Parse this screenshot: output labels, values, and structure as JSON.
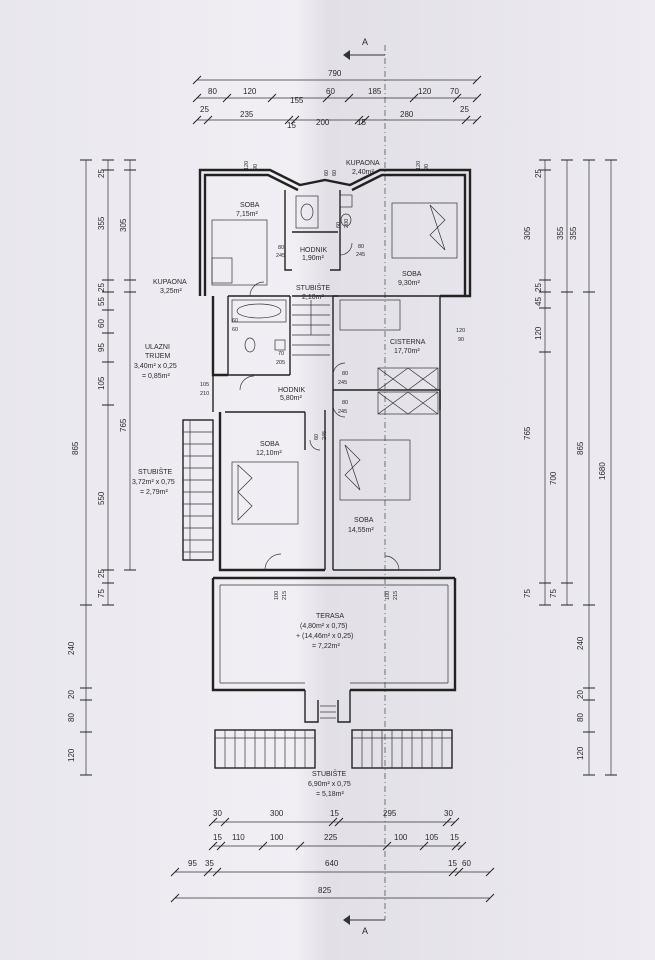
{
  "section_marker": {
    "top": "A",
    "bottom": "A"
  },
  "top_dims": {
    "row1": [
      "790"
    ],
    "row2": [
      "80",
      "120",
      "155",
      "60",
      "185",
      "120",
      "70"
    ],
    "row3": [
      "25",
      "235",
      "15",
      "200",
      "15",
      "280",
      "25"
    ]
  },
  "bottom_dims": {
    "row1": [
      "30",
      "300",
      "15",
      "295",
      "30"
    ],
    "row2": [
      "15",
      "110",
      "100",
      "225",
      "100",
      "105",
      "15"
    ],
    "row3": [
      "95",
      "35",
      "640",
      "15",
      "60"
    ],
    "row4": [
      "825"
    ]
  },
  "left_dims": {
    "total": "865",
    "col2": [
      "25",
      "355",
      "25",
      "55",
      "60",
      "95",
      "105",
      "550",
      "25",
      "75"
    ],
    "col3": [
      "305",
      "765"
    ],
    "lower": [
      "240",
      "20",
      "80",
      "120"
    ]
  },
  "right_dims": {
    "total": "1680",
    "col_a": [
      "25",
      "305",
      "25",
      "45",
      "120",
      "765",
      "75"
    ],
    "col_b": [
      "355",
      "700",
      "75"
    ],
    "col_c": [
      "355",
      "865"
    ],
    "lower": [
      "240",
      "20",
      "80",
      "120"
    ]
  },
  "rooms": {
    "soba1": {
      "name": "SOBA",
      "area": "7,15m²"
    },
    "kupaona_top": {
      "name": "KUPAONA",
      "area": "2,40m²"
    },
    "hodnik_top": {
      "name": "HODNIK",
      "area": "1,90m²"
    },
    "soba2": {
      "name": "SOBA",
      "area": "9,30m²"
    },
    "kupaona_left": {
      "name": "KUPAONA",
      "area": "3,25m²"
    },
    "stubiste_inner": {
      "name": "STUBIŠTE",
      "area": "2,10m²"
    },
    "cisterna": {
      "name": "CISTERNA",
      "area": "17,70m²"
    },
    "ulazni": {
      "line1": "ULAZNI",
      "line2": "TRIJEM",
      "line3": "3,40m² x 0,25",
      "line4": "= 0,85m²"
    },
    "hodnik_mid": {
      "name": "HODNIK",
      "area": "5,80m²"
    },
    "soba3": {
      "name": "SOBA",
      "area": "12,10m²"
    },
    "stubiste_left": {
      "line1": "STUBIŠTE",
      "line2": "3,72m² x 0,75",
      "line3": "= 2,79m²"
    },
    "soba4": {
      "name": "SOBA",
      "area": "14,55m²"
    },
    "terasa": {
      "line1": "TERASA",
      "line2": "(4,80m² x 0,75)",
      "line3": "+ (14,46m² x 0,25)",
      "line4": "= 7,22m²"
    },
    "stubiste_bottom": {
      "line1": "STUBIŠTE",
      "line2": "6,90m² x 0,75",
      "line3": "= 5,18m²"
    }
  },
  "openings": {
    "o1": [
      "120",
      "90"
    ],
    "o2": [
      "60",
      "60"
    ],
    "o3": [
      "120",
      "90"
    ],
    "o4": [
      "80",
      "245"
    ],
    "o5": [
      "60",
      "200"
    ],
    "o6": [
      "80",
      "245"
    ],
    "o7": [
      "60",
      "60"
    ],
    "o8": [
      "70",
      "205"
    ],
    "o9": [
      "120",
      "90"
    ],
    "o10": [
      "105",
      "210"
    ],
    "o11": [
      "60",
      "245"
    ],
    "o12": [
      "80",
      "245"
    ],
    "o13": [
      "80",
      "245"
    ],
    "o14": [
      "100",
      "215"
    ],
    "o15": [
      "100",
      "215"
    ]
  }
}
